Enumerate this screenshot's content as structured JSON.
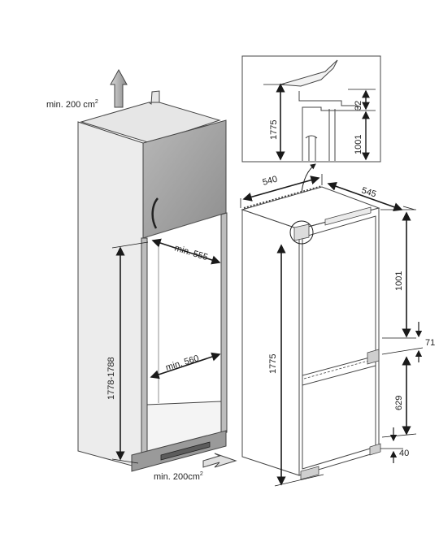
{
  "labels": {
    "vent_top": "min. 200 cm",
    "vent_top_sup": "2",
    "vent_bottom": "min. 200cm",
    "vent_bottom_sup": "2",
    "niche_depth": "min. 555",
    "niche_width": "min. 560",
    "niche_height": "1778-1788",
    "fridge_width": "540",
    "fridge_depth": "545",
    "fridge_height": "1775",
    "door_upper": "1001",
    "gap_mid": "71",
    "door_lower": "629",
    "gap_bottom": "40",
    "detail_height": "1775",
    "detail_top": "32",
    "detail_upper": "1001"
  },
  "colors": {
    "outline": "#444444",
    "cabinet_side": "#cfcfcf",
    "door_grey": "#a6a6a6",
    "frame_dark": "#5a5a5a",
    "dim_line": "#1a1a1a"
  }
}
